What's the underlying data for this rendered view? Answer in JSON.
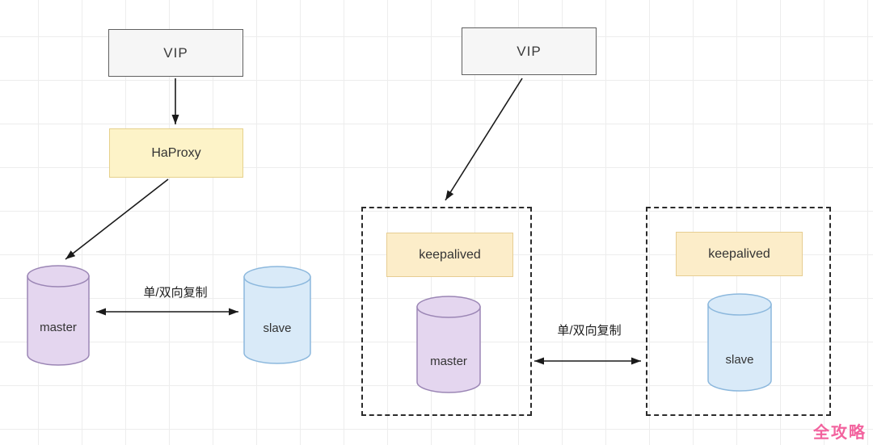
{
  "watermark": "全攻略",
  "left_cluster": {
    "vip_label": "VIP",
    "haproxy_label": "HaProxy",
    "master_label": "master",
    "slave_label": "slave",
    "replication_label": "单/双向复制"
  },
  "right_cluster": {
    "vip_label": "VIP",
    "master_keepalived_label": "keepalived",
    "slave_keepalived_label": "keepalived",
    "master_label": "master",
    "slave_label": "slave",
    "replication_label": "单/双向复制"
  },
  "colors": {
    "grid": "#ededed",
    "vip_bg": "#f6f6f6",
    "vip_border": "#606060",
    "haproxy_bg": "#fdf3c8",
    "haproxy_border": "#e6d18c",
    "keepalived_bg": "#fcedc9",
    "keepalived_border": "#e7cd92",
    "master_fill": "#e4d6ef",
    "master_stroke": "#9b86b5",
    "slave_fill": "#d9eaf8",
    "slave_stroke": "#8cb8dd",
    "dashed_border": "#2b2b2b",
    "arrow": "#1a1a1a",
    "watermark": "#f2639e"
  }
}
